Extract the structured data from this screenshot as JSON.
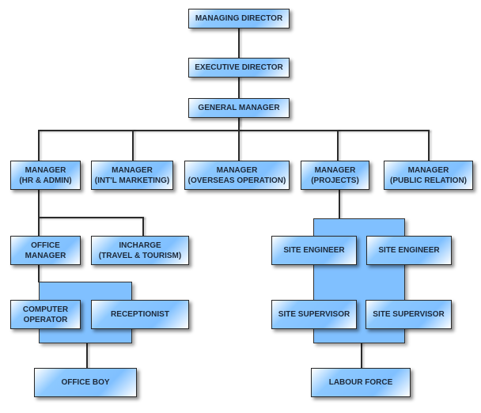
{
  "nodes": {
    "md": "MANAGING DIRECTOR",
    "ed": "EXECUTIVE DIRECTOR",
    "gm": "GENERAL MANAGER",
    "hr": "MANAGER\n(HR & ADMIN)",
    "intl": "MANAGER\n(INT'L MARKETING)",
    "overseas": "MANAGER\n(OVERSEAS OPERATION)",
    "projects": "MANAGER\n(PROJECTS)",
    "pr": "MANAGER\n(PUBLIC RELATION)",
    "office_manager": "OFFICE\nMANAGER",
    "incharge": "INCHARGE\n(TRAVEL & TOURISM)",
    "computer_operator": "COMPUTER\nOPERATOR",
    "receptionist": "RECEPTIONIST",
    "office_boy": "OFFICE BOY",
    "site_engineer_1": "SITE ENGINEER",
    "site_engineer_2": "SITE ENGINEER",
    "site_supervisor_1": "SITE SUPERVISOR",
    "site_supervisor_2": "SITE SUPERVISOR",
    "labour_force": "LABOUR FORCE"
  },
  "colors": {
    "box_fill": "#80c0ff",
    "border": "#2a2a2a"
  }
}
